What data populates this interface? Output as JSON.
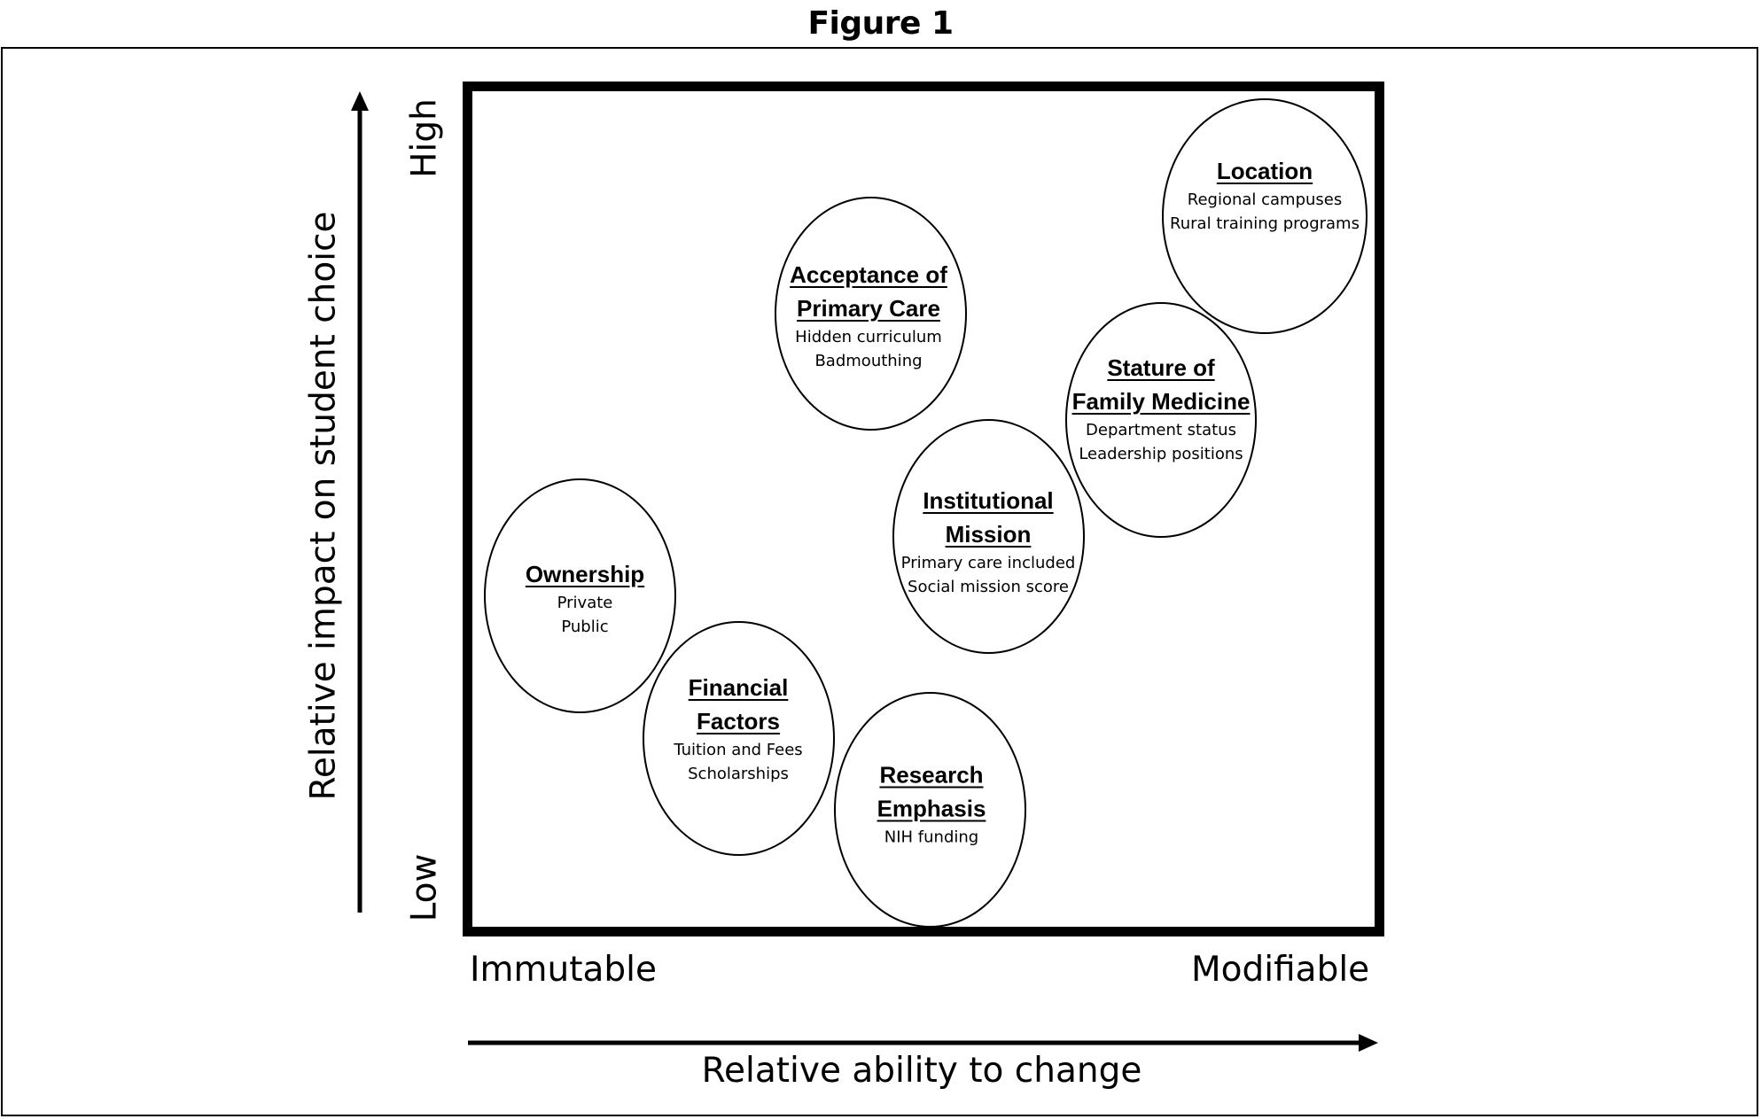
{
  "figure": {
    "title": "Figure 1"
  },
  "axes": {
    "x_label": "Relative ability to change",
    "x_low": "Immutable",
    "x_high": "Modifiable",
    "y_label": "Relative impact on student choice",
    "y_low": "Low",
    "y_high": "High"
  },
  "factors": [
    {
      "title_lines": [
        "Location"
      ],
      "underlined": true,
      "details": [
        "Regional campuses",
        "Rural training programs"
      ]
    },
    {
      "title_lines": [
        "Acceptance of",
        "Primary Care"
      ],
      "underlined": true,
      "details": [
        "Hidden curriculum",
        "Badmouthing"
      ]
    },
    {
      "title_lines": [
        "Stature of",
        "Family Medicine"
      ],
      "underlined": true,
      "details": [
        "Department status",
        "Leadership positions"
      ]
    },
    {
      "title_lines": [
        "Institutional",
        "Mission"
      ],
      "underlined": true,
      "details": [
        "Primary care included",
        "Social mission score"
      ]
    },
    {
      "title_lines": [
        "Ownership"
      ],
      "underlined": true,
      "details": [
        "Private",
        "Public"
      ]
    },
    {
      "title_lines": [
        "Financial",
        "Factors"
      ],
      "underlined": true,
      "details": [
        "Tuition and Fees",
        "Scholarships"
      ]
    },
    {
      "title_lines": [
        "Research",
        "Emphasis"
      ],
      "underlined": true,
      "details": [
        "NIH funding"
      ]
    }
  ]
}
